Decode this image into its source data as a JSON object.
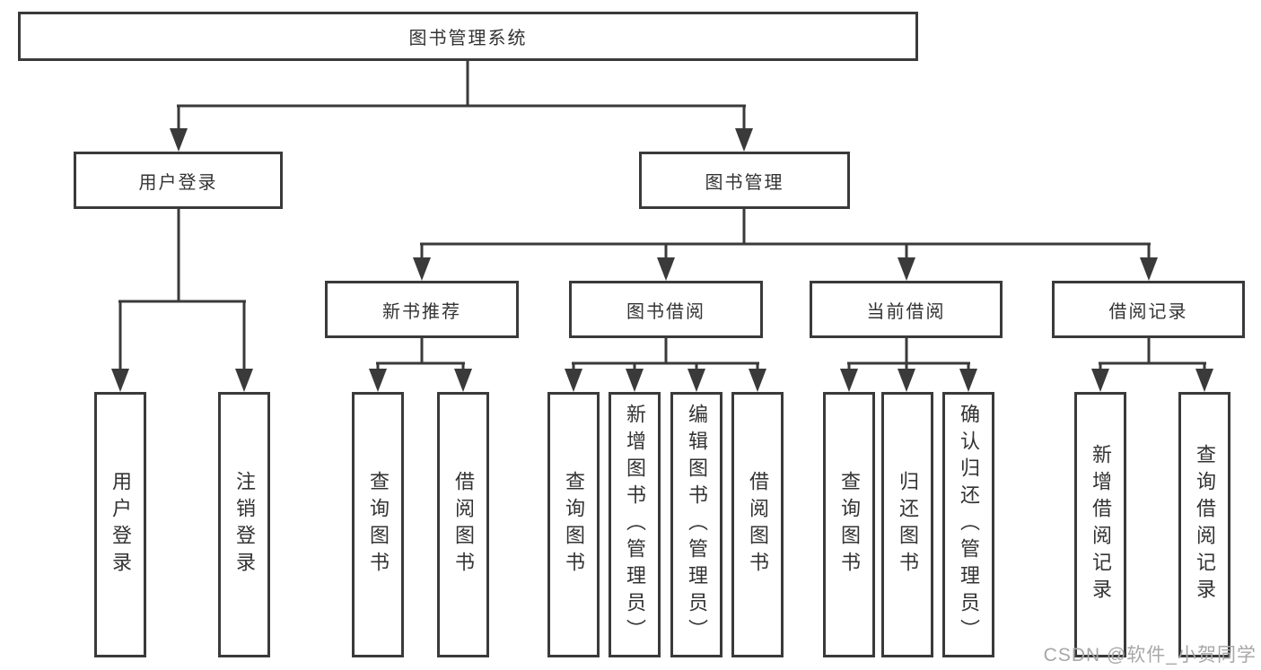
{
  "diagram": {
    "nodes": {
      "root": "图书管理系统",
      "user_login": "用户登录",
      "book_mgmt": "图书管理",
      "new_book_rec": "新书推荐",
      "book_borrow": "图书借阅",
      "current_borrow": "当前借阅",
      "borrow_records": "借阅记录",
      "ul_user_login": "用户登录",
      "ul_logout": "注销登录",
      "nb_query_books": "查询图书",
      "nb_borrow_books": "借阅图书",
      "bb_query_books": "查询图书",
      "bb_add_books_admin": "新增图书（管理员）",
      "bb_edit_books_admin": "编辑图书（管理员）",
      "bb_borrow_books": "借阅图书",
      "cb_query_books": "查询图书",
      "cb_return_books": "归还图书",
      "cb_confirm_return_admin": "确认归还（管理员）",
      "br_add_record": "新增借阅记录",
      "br_query_record": "查询借阅记录"
    },
    "colors": {
      "line": "#3a3a3a",
      "text": "#333333",
      "background": "#ffffff"
    }
  },
  "watermark": {
    "text": "CSDN @软件_小贺同学",
    "color": "#a8a8a8"
  }
}
